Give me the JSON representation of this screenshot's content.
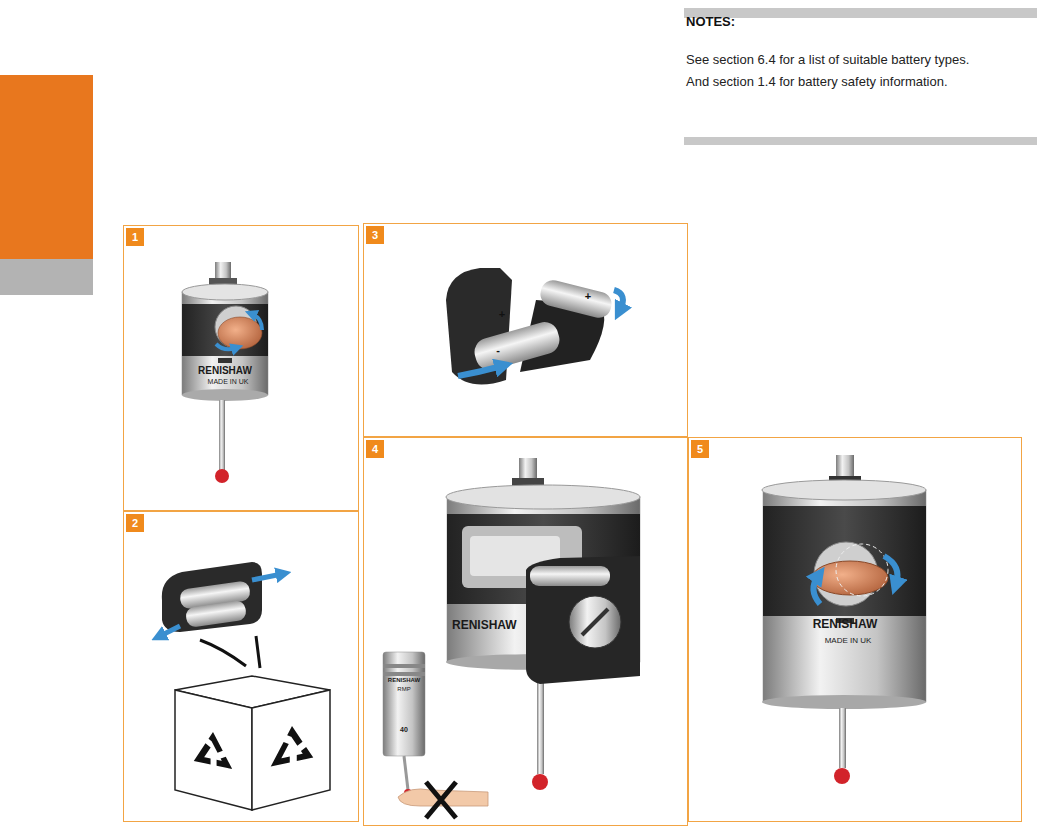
{
  "diagram": {
    "nodes": [
      {
        "text": [
          "1"
        ]
      },
      {
        "text": [
          "2"
        ]
      },
      {
        "text": [
          "3"
        ]
      },
      {
        "text": [
          "4"
        ]
      },
      {
        "text": [
          "5"
        ]
      }
    ],
    "labels": [
      "NOTES:",
      "See section 6.4 for a list of suitable battery types.",
      "And section 1.4 for battery safety information.",
      "RENISHAW",
      "MADE IN UK",
      "RENISHAW",
      "RENISHAW",
      "RMP",
      "40",
      "RENISHAW",
      "MADE IN UK",
      "+",
      "+",
      "-"
    ]
  }
}
